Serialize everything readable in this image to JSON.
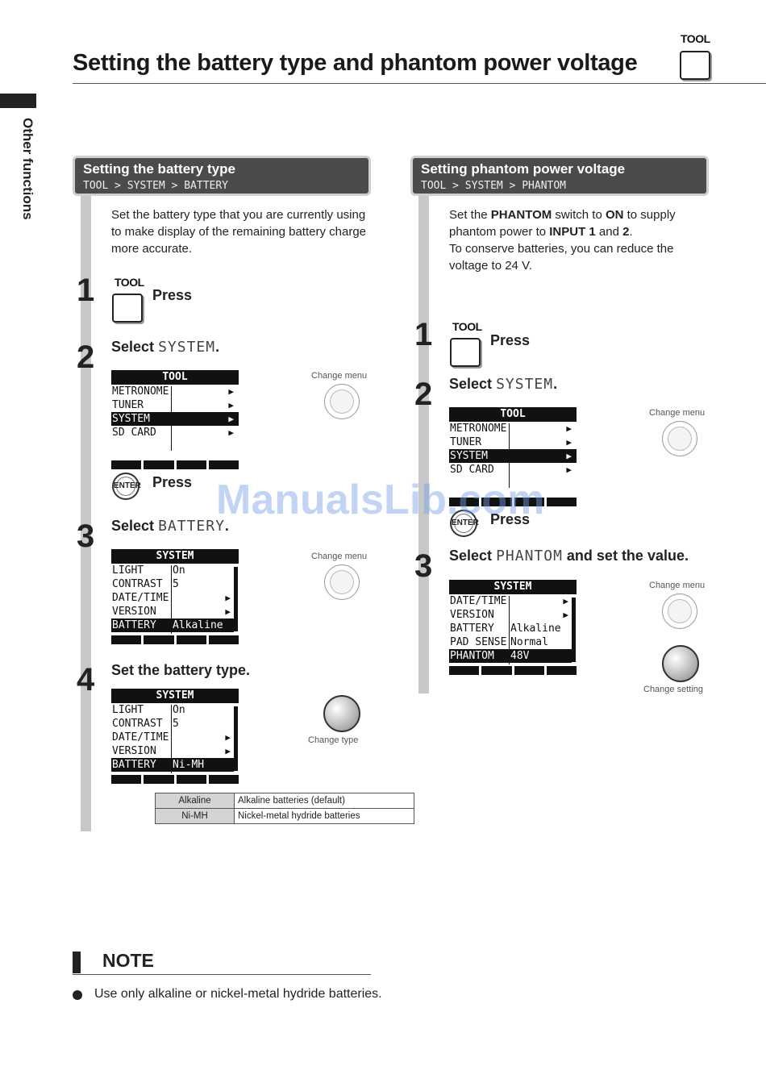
{
  "header": {
    "title": "Setting the battery type and phantom power voltage",
    "tool_label": "TOOL"
  },
  "side_tab": "Other functions",
  "left": {
    "heading": "Setting the battery type",
    "path": "TOOL > SYSTEM > BATTERY",
    "intro": "Set the battery type that you are currently using to make display of the remaining battery charge more accurate.",
    "steps": [
      {
        "num": "1",
        "tool_label": "TOOL",
        "text": "Press"
      },
      {
        "num": "2",
        "text": "Select",
        "mono": "SYSTEM",
        "suffix": "."
      },
      {
        "num": "3",
        "text": "Select",
        "mono": "BATTERY",
        "suffix": "."
      },
      {
        "num": "4",
        "text": "Set the battery type."
      }
    ],
    "enter_press": "Press",
    "enter_label": "ENTER",
    "lcd_tool": {
      "header": "TOOL",
      "rows": [
        "METRONOME",
        "TUNER",
        "SYSTEM",
        "SD CARD"
      ],
      "arrow": "▶"
    },
    "lcd_system1": {
      "header": "SYSTEM",
      "rows": [
        [
          "LIGHT",
          "On"
        ],
        [
          "CONTRAST",
          "5"
        ],
        [
          "DATE/TIME",
          ""
        ],
        [
          "VERSION",
          ""
        ],
        [
          "BATTERY",
          "Alkaline"
        ]
      ]
    },
    "lcd_system2": {
      "header": "SYSTEM",
      "rows": [
        [
          "LIGHT",
          "On"
        ],
        [
          "CONTRAST",
          "5"
        ],
        [
          "DATE/TIME",
          ""
        ],
        [
          "VERSION",
          ""
        ],
        [
          "BATTERY",
          "Ni-MH"
        ]
      ]
    },
    "captions": {
      "change_menu": "Change menu",
      "change_type": "Change type"
    },
    "battery_table": [
      {
        "key": "Alkaline",
        "value": "Alkaline batteries (default)"
      },
      {
        "key": "Ni-MH",
        "value": "Nickel-metal hydride batteries"
      }
    ]
  },
  "right": {
    "heading": "Setting phantom power voltage",
    "path": "TOOL > SYSTEM > PHANTOM",
    "intro_1a": "Set the ",
    "intro_1b": "PHANTOM",
    "intro_1c": " switch to ",
    "intro_1d": "ON",
    "intro_1e": " to supply",
    "intro_2a": "phantom power to ",
    "intro_2b": "INPUT 1",
    "intro_2c": " and ",
    "intro_2d": "2",
    "intro_2e": ".",
    "intro_3": "To conserve batteries, you can reduce the voltage to 24 V.",
    "steps": [
      {
        "num": "1",
        "tool_label": "TOOL",
        "text": "Press"
      },
      {
        "num": "2",
        "text": "Select",
        "mono": "SYSTEM",
        "suffix": "."
      },
      {
        "num": "3",
        "text": "Select",
        "mono": "PHANTOM",
        "suffix": " and set the value."
      }
    ],
    "enter_press": "Press",
    "enter_label": "ENTER",
    "lcd_tool": {
      "header": "TOOL",
      "rows": [
        "METRONOME",
        "TUNER",
        "SYSTEM",
        "SD CARD"
      ],
      "arrow": "▶"
    },
    "lcd_system": {
      "header": "SYSTEM",
      "rows": [
        [
          "DATE/TIME",
          ""
        ],
        [
          "VERSION",
          ""
        ],
        [
          "BATTERY",
          "Alkaline"
        ],
        [
          "PAD SENSE",
          "Normal"
        ],
        [
          "PHANTOM",
          "48V"
        ]
      ]
    },
    "captions": {
      "change_menu": "Change menu",
      "change_setting": "Change setting"
    }
  },
  "note": {
    "heading": "NOTE",
    "text": "Use only alkaline or nickel-metal hydride batteries."
  },
  "watermark": "ManualsLib.com",
  "colors": {
    "header_bg": "#4b4b4b",
    "bar": "#c8c8c8",
    "lcd_black": "#111111"
  }
}
